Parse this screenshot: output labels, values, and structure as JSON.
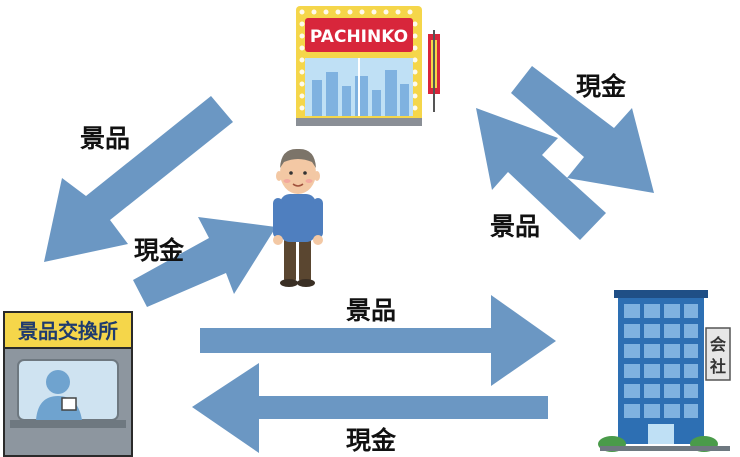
{
  "pachinko": {
    "sign_text": "PACHINKO"
  },
  "exchange_booth": {
    "sign_text": "景品交換所"
  },
  "company": {
    "sign_line1": "会",
    "sign_line2": "社"
  },
  "arrows": {
    "pachinko_to_booth": "景品",
    "booth_to_player": "現金",
    "pachinko_to_company": "現金",
    "company_to_pachinko": "景品",
    "booth_to_company": "景品",
    "company_to_booth": "現金"
  },
  "colors": {
    "arrow": "#6b97c3",
    "sign_red": "#d8263b",
    "sign_yellow": "#f5d64a",
    "building_blue": "#2d6fb3",
    "glass_blue": "#7fb2e0"
  }
}
